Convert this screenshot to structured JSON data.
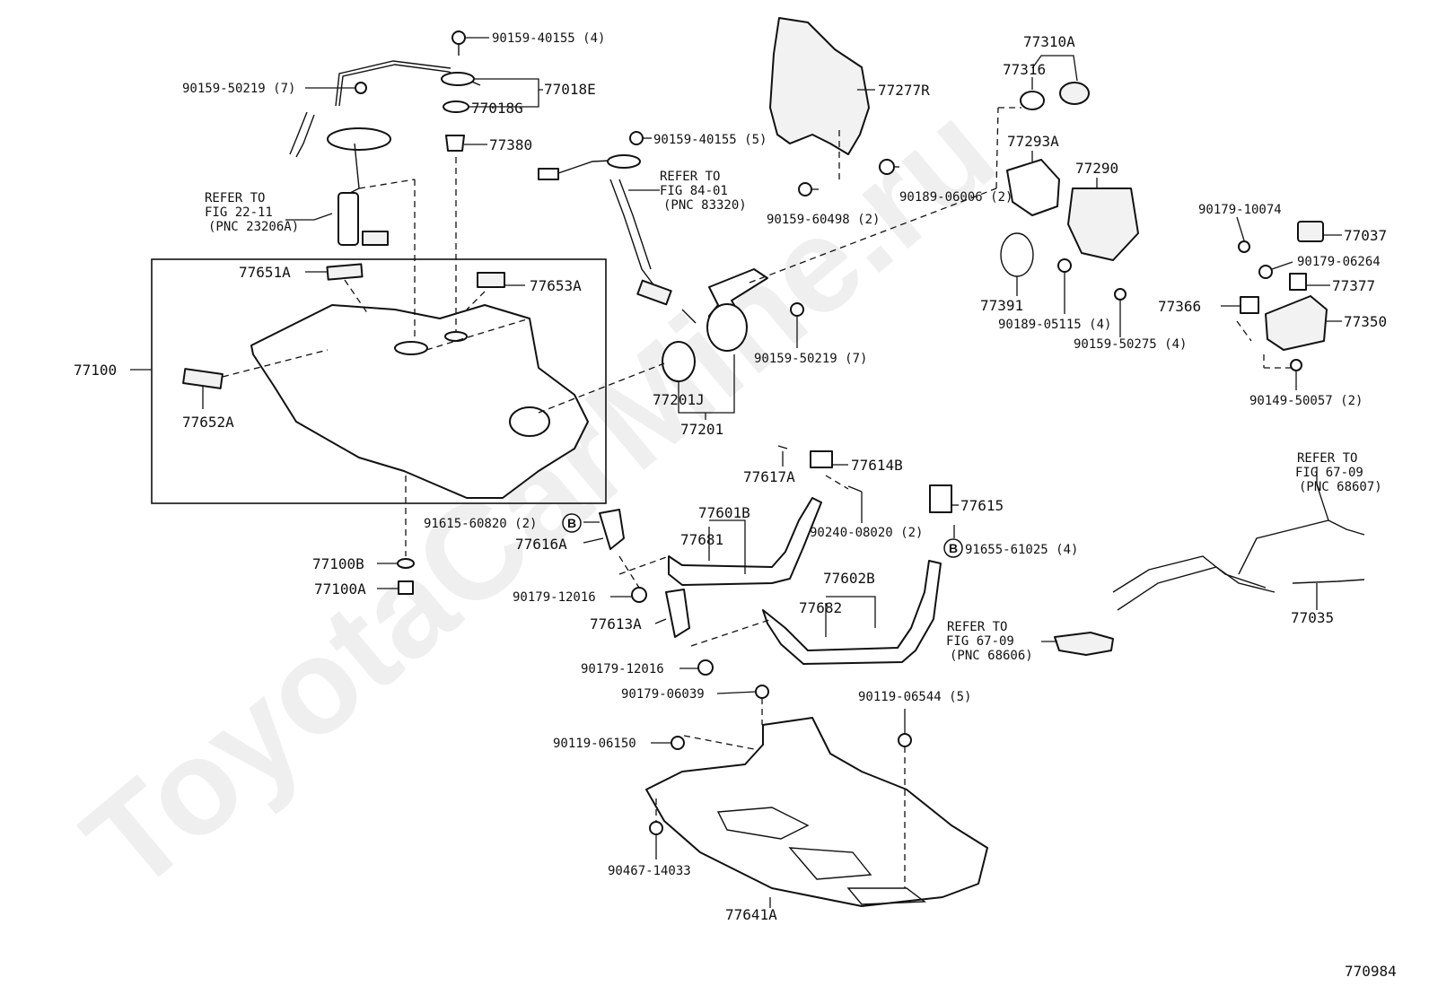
{
  "watermark": "ToyotaCarMine.ru",
  "figure_number": "770984",
  "reference_marker": "B",
  "labels": {
    "p90159_40155_4": "90159-40155 (4)",
    "p90159_50219_7_top": "90159-50219 (7)",
    "p77018E": "77018E",
    "p77018G": "77018G",
    "p77380": "77380",
    "ref_22_11_a": "REFER TO",
    "ref_22_11_b": "FIG 22-11",
    "ref_22_11_c": "(PNC 23206A)",
    "p90159_40155_5": "90159-40155 (5)",
    "ref_84_01_a": "REFER TO",
    "ref_84_01_b": "FIG 84-01",
    "ref_84_01_c": "(PNC 83320)",
    "p77277R": "77277R",
    "p90189_06006": "90189-06006 (2)",
    "p90159_60498": "90159-60498 (2)",
    "p77310A": "77310A",
    "p77316": "77316",
    "p77293A": "77293A",
    "p77290": "77290",
    "p77391": "77391",
    "p90189_05115": "90189-05115 (4)",
    "p90159_50275": "90159-50275 (4)",
    "p90179_10074": "90179-10074",
    "p77037": "77037",
    "p90179_06264": "90179-06264",
    "p77377": "77377",
    "p77366": "77366",
    "p77350": "77350",
    "p90149_50057": "90149-50057 (2)",
    "p77651A": "77651A",
    "p77653A": "77653A",
    "p77100": "77100",
    "p77652A": "77652A",
    "p77201J": "77201J",
    "p77201": "77201",
    "p90159_50219_7_mid": "90159-50219 (7)",
    "p77617A": "77617A",
    "p77614B": "77614B",
    "p90240_08020": "90240-08020 (2)",
    "p77615": "77615",
    "p91655_61025": "91655-61025 (4)",
    "p91615_60820": "91615-60820 (2)",
    "p77616A": "77616A",
    "p77601B": "77601B",
    "p77681": "77681",
    "p77602B": "77602B",
    "p77682": "77682",
    "p77100B": "77100B",
    "p77100A": "77100A",
    "p90179_12016_a": "90179-12016",
    "p77613A": "77613A",
    "p90179_12016_b": "90179-12016",
    "ref_67_09_a1": "REFER TO",
    "ref_67_09_a2": "FIG 67-09",
    "ref_67_09_a3": "(PNC 68607)",
    "p77035": "77035",
    "ref_67_09_b1": "REFER TO",
    "ref_67_09_b2": "FIG 67-09",
    "ref_67_09_b3": "(PNC 68606)",
    "p90179_06039": "90179-06039",
    "p90119_06544": "90119-06544 (5)",
    "p90119_06150": "90119-06150",
    "p90467_14033": "90467-14033",
    "p77641A": "77641A"
  }
}
